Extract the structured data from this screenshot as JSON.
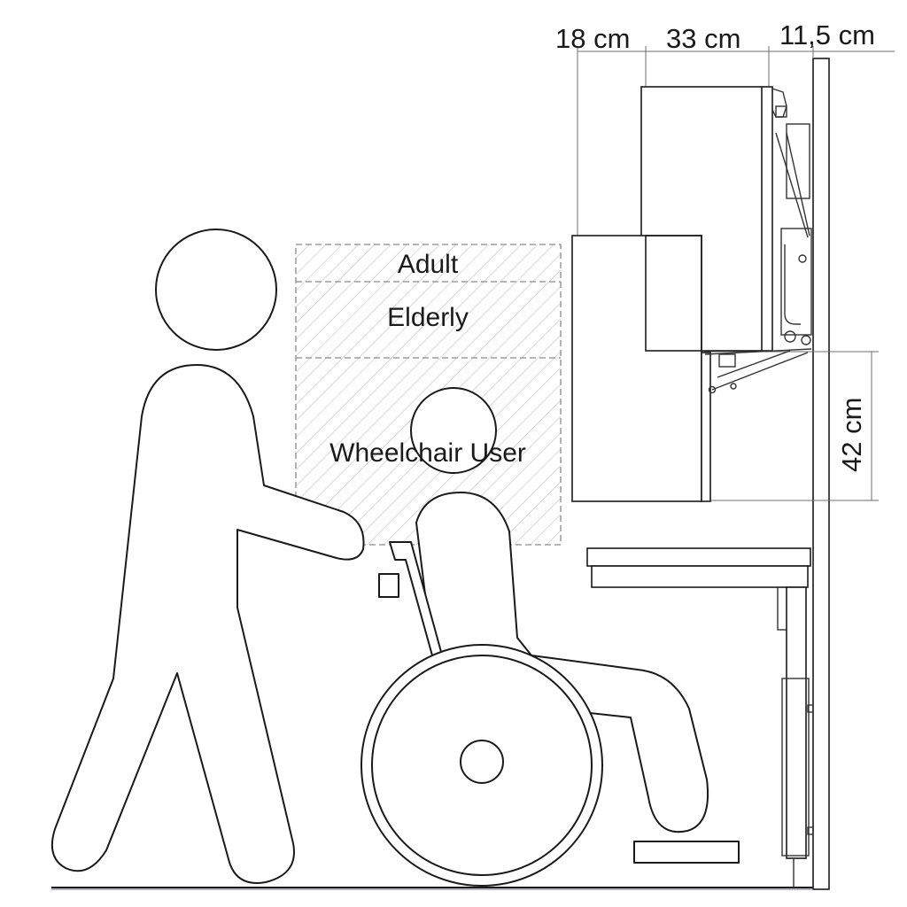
{
  "dimensions": {
    "depth_front": "18 cm",
    "depth_cabinet": "33 cm",
    "wall_clearance": "11,5 cm",
    "lift_height": "42 cm"
  },
  "zones": {
    "adult": "Adult",
    "elderly": "Elderly",
    "wheelchair": "Wheelchair User"
  },
  "colors": {
    "line": "#1a1a1a",
    "hatch": "#b5b5b5",
    "dimension_line": "#6f6f6f"
  }
}
